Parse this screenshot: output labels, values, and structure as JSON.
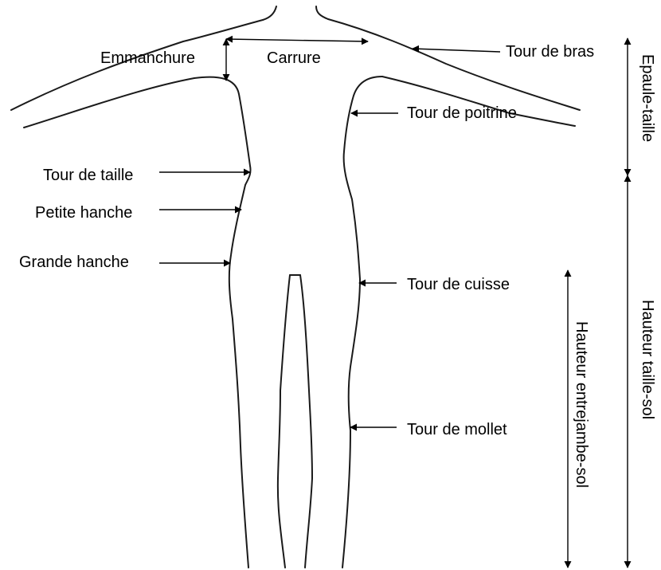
{
  "labels": {
    "emmanchure": "Emmanchure",
    "carrure": "Carrure",
    "tour_de_bras": "Tour de bras",
    "tour_de_poitrine": "Tour de poitrine",
    "tour_de_taille": "Tour de taille",
    "petite_hanche": "Petite hanche",
    "grande_hanche": "Grande hanche",
    "tour_de_cuisse": "Tour de cuisse",
    "tour_de_mollet": "Tour de mollet",
    "epaule_taille": "Epaule-taille",
    "hauteur_taille_sol": "Hauteur taille-sol",
    "hauteur_entrejambe_sol": "Hauteur entrejambe-sol"
  }
}
